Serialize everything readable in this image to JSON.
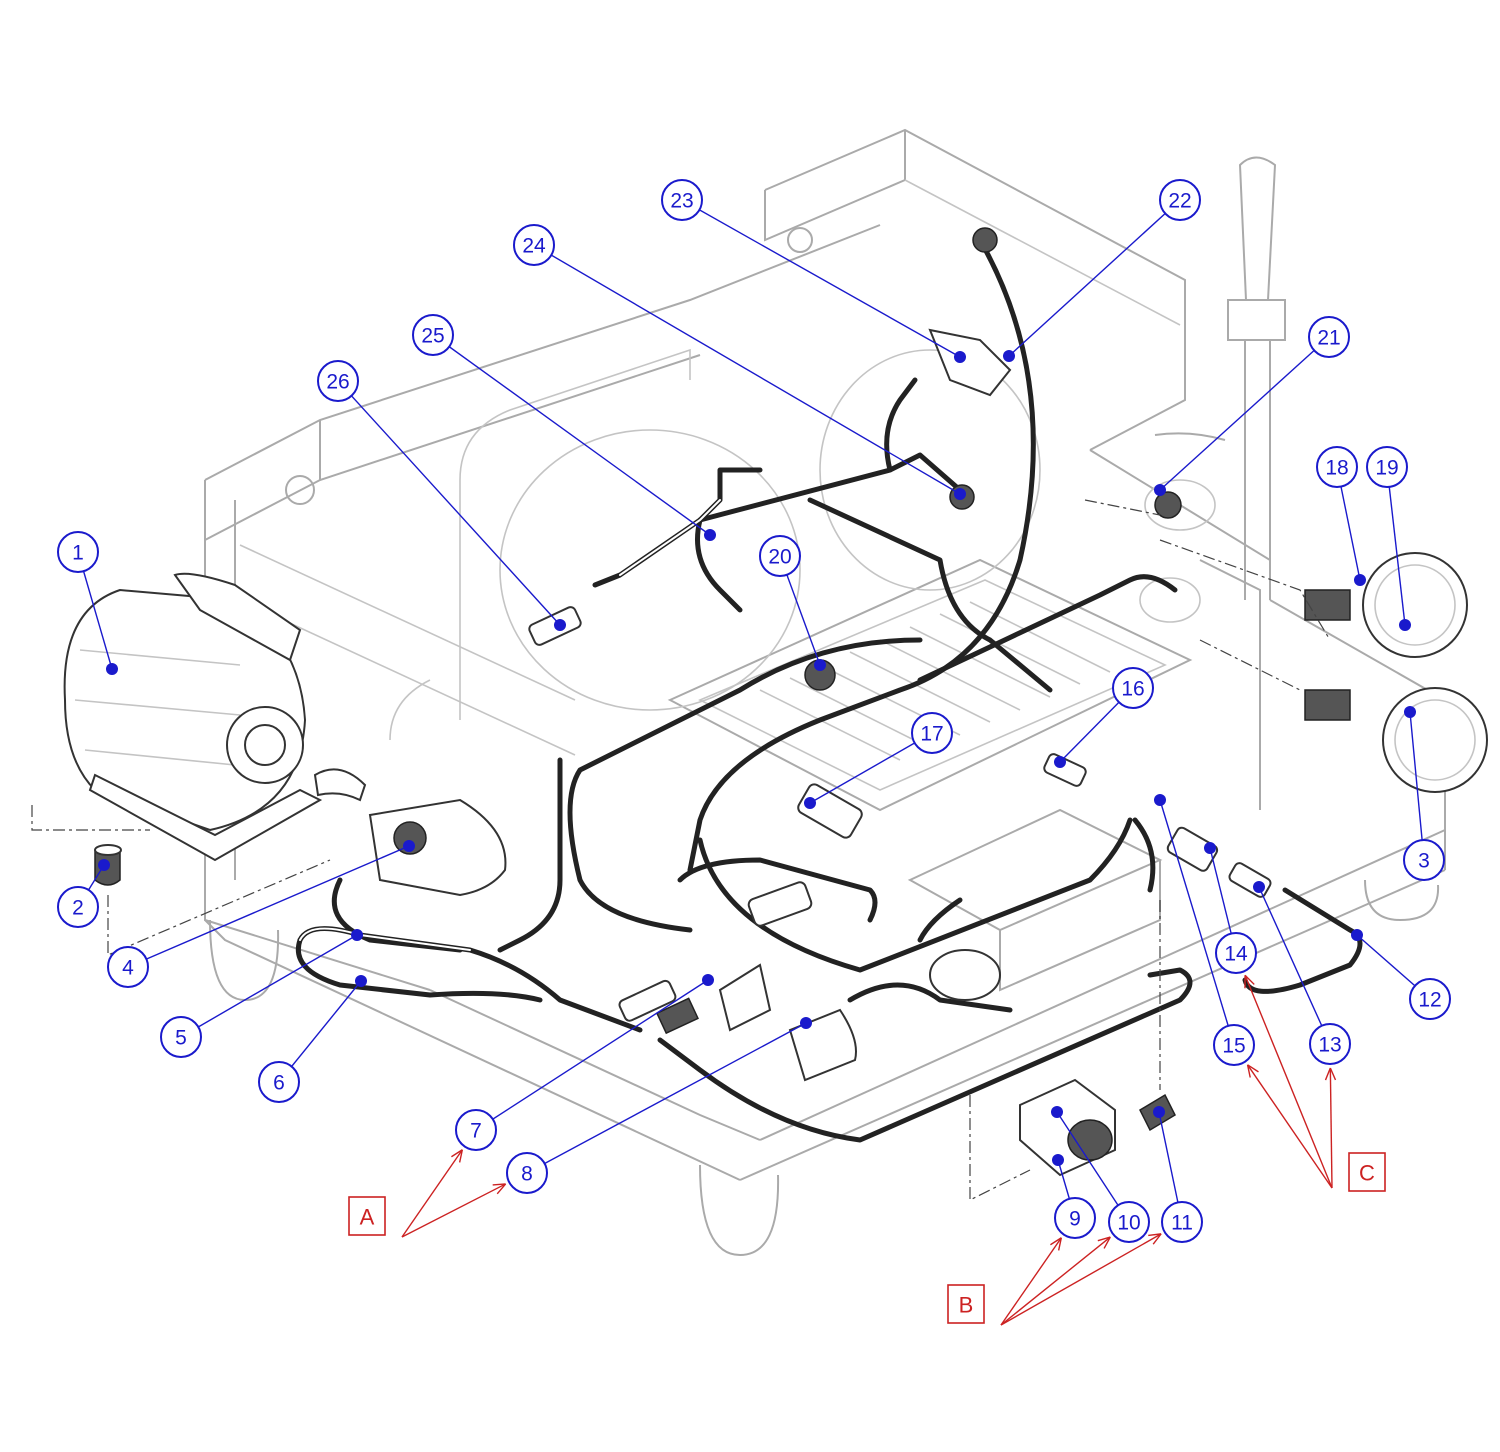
{
  "colors": {
    "callout_blue": "#1a1acc",
    "group_red": "#cc2222",
    "outline_gray": "#aaaaaa",
    "pipe_dark": "#222222"
  },
  "callouts": [
    {
      "label": "1"
    },
    {
      "label": "2"
    },
    {
      "label": "3"
    },
    {
      "label": "4"
    },
    {
      "label": "5"
    },
    {
      "label": "6"
    },
    {
      "label": "7"
    },
    {
      "label": "8"
    },
    {
      "label": "9"
    },
    {
      "label": "10"
    },
    {
      "label": "11"
    },
    {
      "label": "12"
    },
    {
      "label": "13"
    },
    {
      "label": "14"
    },
    {
      "label": "15"
    },
    {
      "label": "16"
    },
    {
      "label": "17"
    },
    {
      "label": "18"
    },
    {
      "label": "19"
    },
    {
      "label": "20"
    },
    {
      "label": "21"
    },
    {
      "label": "22"
    },
    {
      "label": "23"
    },
    {
      "label": "24"
    },
    {
      "label": "25"
    },
    {
      "label": "26"
    }
  ],
  "groups": [
    {
      "label": "A",
      "members": [
        "7",
        "8"
      ]
    },
    {
      "label": "B",
      "members": [
        "9",
        "10",
        "11"
      ]
    },
    {
      "label": "C",
      "members": [
        "15",
        "14",
        "13"
      ]
    }
  ]
}
